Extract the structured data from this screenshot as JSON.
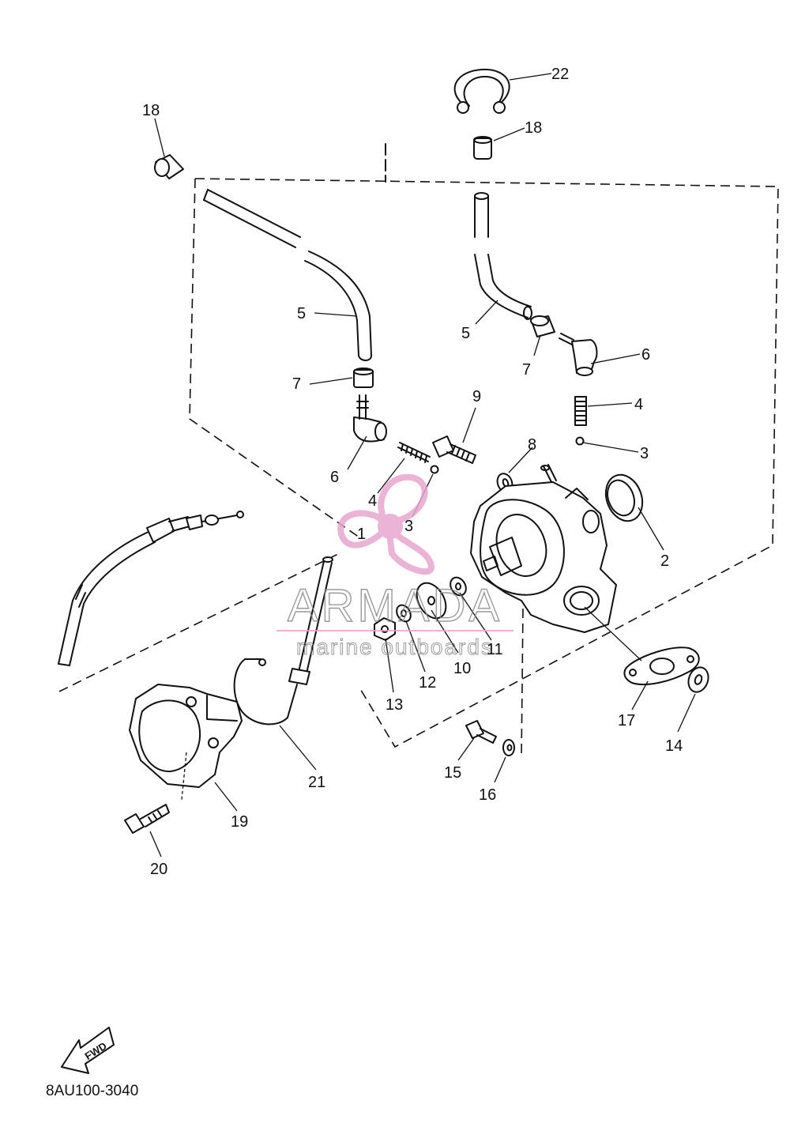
{
  "diagram_code": "8AU100-3040",
  "fwd_label": "FWD",
  "watermark": {
    "brand": "ARMADA",
    "tagline": "marine outboards",
    "color": "#e8a6cf"
  },
  "callouts": {
    "c2": "2",
    "c3a": "3",
    "c3b": "3",
    "c4a": "4",
    "c4b": "4",
    "c5a": "5",
    "c5b": "5",
    "c6a": "6",
    "c6b": "6",
    "c7a": "7",
    "c7b": "7",
    "c8": "8",
    "c9": "9",
    "c10": "10",
    "c11": "11",
    "c12": "12",
    "c13": "13",
    "c14": "14",
    "c15": "15",
    "c16": "16",
    "c17": "17",
    "c18a": "18",
    "c18b": "18",
    "c19": "19",
    "c20": "20",
    "c21": "21",
    "c22": "22",
    "c1": "1"
  }
}
